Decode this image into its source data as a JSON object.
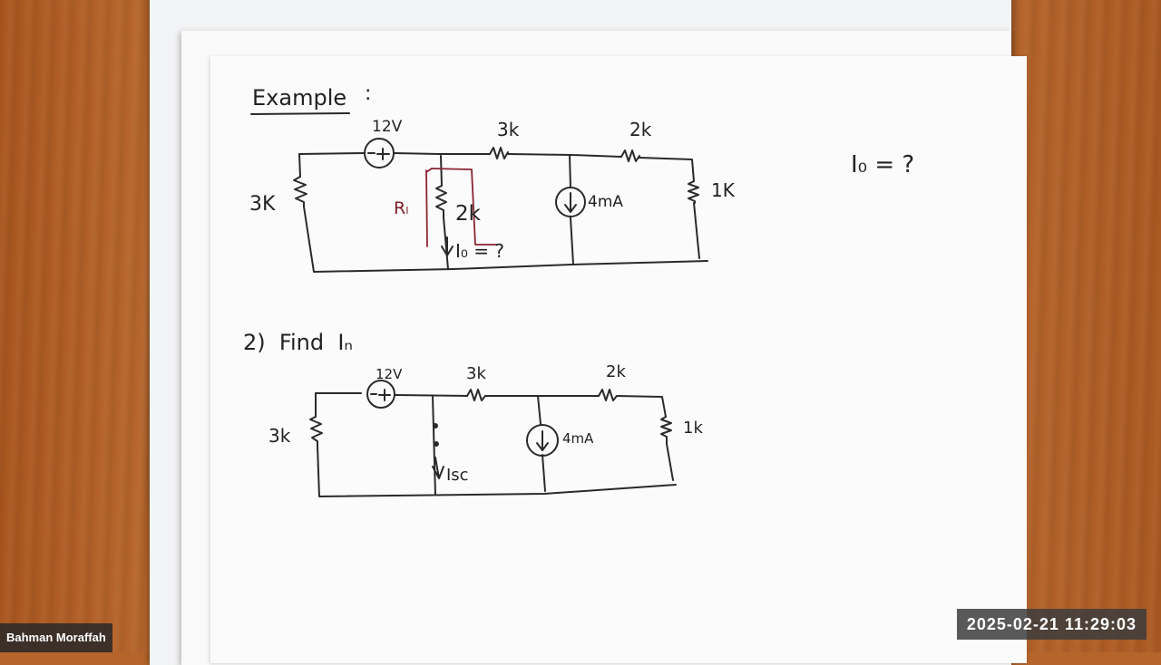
{
  "notes": {
    "heading": "Example",
    "colon": ":",
    "question": "I₀ = ?",
    "circuit1": {
      "source_label": "12V",
      "r_left": "3K",
      "r_top_mid": "3k",
      "r_top_right": "2k",
      "r_right": "1K",
      "load_label": "Rₗ",
      "r_load": "2k",
      "current_source": "4mA",
      "current_label": "I₀ = ?"
    },
    "section2": "2)  Find  Iₙ",
    "circuit2": {
      "source_label": "12V",
      "r_left": "3k",
      "r_top_mid": "3k",
      "r_top_right": "2k",
      "r_right": "1k",
      "current_source": "4mA",
      "sc_label": "Isc"
    }
  },
  "overlay": {
    "presenter_name": "Bahman Moraffah",
    "timestamp": "2025-02-21  11:29:03"
  }
}
